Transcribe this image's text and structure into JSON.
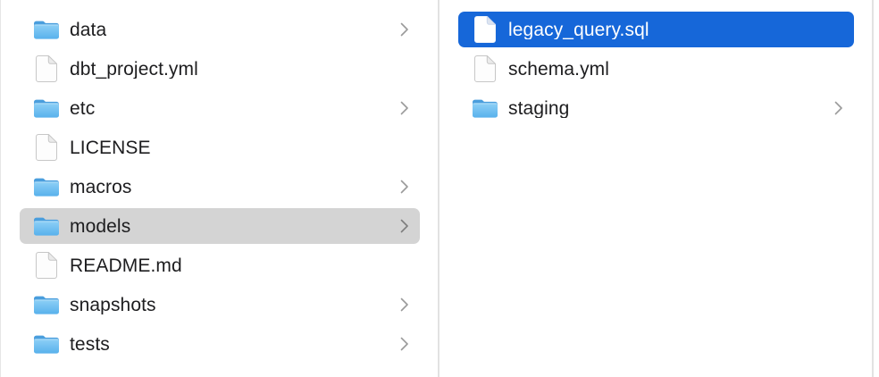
{
  "finder": {
    "view": "column-view-file-browser",
    "columns": [
      {
        "name": "project-root",
        "items": [
          {
            "label": "data",
            "type": "folder",
            "chevron": true,
            "selected": null
          },
          {
            "label": "dbt_project.yml",
            "type": "file",
            "chevron": false,
            "selected": null
          },
          {
            "label": "etc",
            "type": "folder",
            "chevron": true,
            "selected": null
          },
          {
            "label": "LICENSE",
            "type": "file",
            "chevron": false,
            "selected": null
          },
          {
            "label": "macros",
            "type": "folder",
            "chevron": true,
            "selected": null
          },
          {
            "label": "models",
            "type": "folder",
            "chevron": true,
            "selected": "gray"
          },
          {
            "label": "README.md",
            "type": "file",
            "chevron": false,
            "selected": null
          },
          {
            "label": "snapshots",
            "type": "folder",
            "chevron": true,
            "selected": null
          },
          {
            "label": "tests",
            "type": "folder",
            "chevron": true,
            "selected": null
          }
        ]
      },
      {
        "name": "models-contents",
        "items": [
          {
            "label": "legacy_query.sql",
            "type": "file",
            "chevron": false,
            "selected": "blue"
          },
          {
            "label": "schema.yml",
            "type": "file",
            "chevron": false,
            "selected": null
          },
          {
            "label": "staging",
            "type": "folder",
            "chevron": true,
            "selected": null
          }
        ]
      }
    ],
    "icons": {
      "folder": "folder-icon",
      "file": "document-icon",
      "chevron": "chevron-right-icon"
    },
    "colors": {
      "selection_blue": "#1667d9",
      "selection_gray": "#d4d4d4",
      "divider": "#e2e2e2",
      "text": "#1d1d1f",
      "selected_text": "#ffffff",
      "chevron": "#9a9a9a",
      "chevron_selected": "#7d7d7d",
      "folder_tab": "#4a9edd",
      "folder_body_light": "#8ed0f6",
      "folder_body_dark": "#58b1ec"
    }
  }
}
